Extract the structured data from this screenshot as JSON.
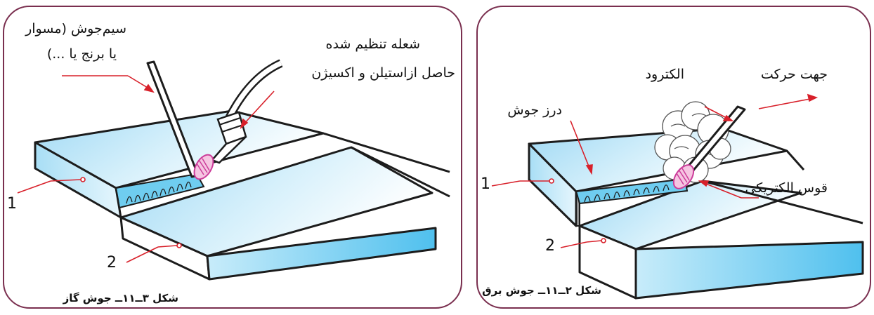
{
  "colors": {
    "frame": "#7a2f4f",
    "pointer": "#d8202a",
    "steel": "#aee0f6",
    "flame": "#cc3c9a",
    "outline": "#1c1c1c"
  },
  "gas_panel": {
    "caption": "شکل ۳ــ۱۱ــ جوش گاز",
    "filler_label_1": "سیم‌جوش (مسوار",
    "filler_label_2": "یا برنج یا ...)",
    "flame_label_1": "شعله تنظیم شده",
    "flame_label_2": "حاصل ازاستیلن و اکسیژن",
    "plate_1": "1",
    "plate_2": "2"
  },
  "arc_panel": {
    "caption": "شکل ۲ــ۱۱ــ جوش برق",
    "electrode_label": "الکترود",
    "direction_label": "جهت حرکت",
    "seam_label": "درز جوش",
    "arc_label": "قوس الکتریکی",
    "plate_1": "1",
    "plate_2": "2"
  }
}
